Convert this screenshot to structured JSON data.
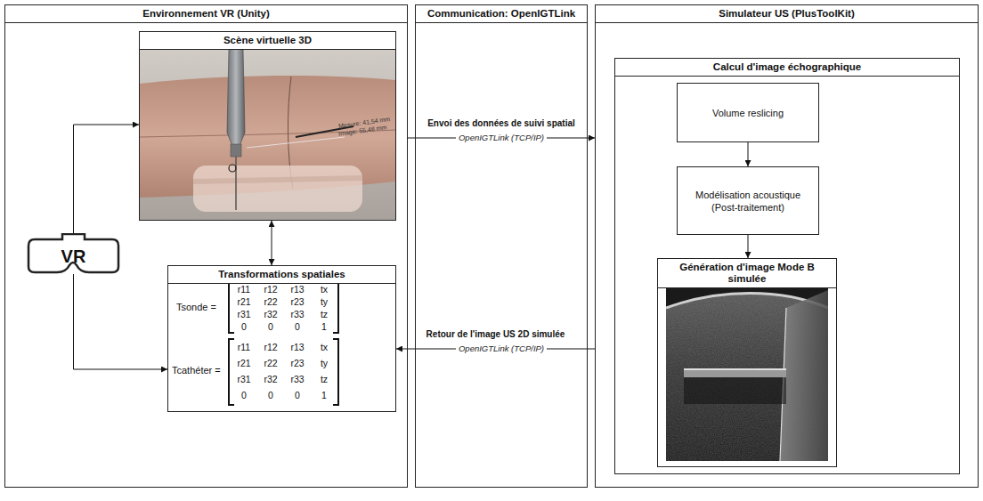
{
  "diagram": {
    "nodes": [
      {
        "text": [
          "Environnement VR (Unity)"
        ]
      },
      {
        "text": [
          "Scène virtuelle 3D"
        ],
        "in": 0
      },
      {
        "text": [
          "VR"
        ],
        "in": 0
      },
      {
        "text": [
          "Transformations spatiales"
        ],
        "in": 0
      },
      {
        "text": [
          "Communication: OpenIGTLink"
        ]
      },
      {
        "text": [
          "Simulateur US (PlusToolKit)"
        ]
      },
      {
        "text": [
          "Calcul d'image échographique"
        ],
        "in": 5
      },
      {
        "text": [
          "Volume reslicing"
        ],
        "in": 6
      },
      {
        "text": [
          "Modélisation acoustique (Post-traitement)"
        ],
        "in": 6
      },
      {
        "text": [
          "Génération d'image Mode B simulée"
        ],
        "in": 6
      }
    ],
    "edges": [
      {
        "from": 2,
        "to": 1,
        "arrow": "to"
      },
      {
        "from": 2,
        "to": 3,
        "arrow": "to"
      },
      {
        "from": 1,
        "to": 3,
        "arrow": "both"
      },
      {
        "from": 0,
        "to": 5,
        "label": "Envoi des données de suivi spatial",
        "arrow": "to"
      },
      {
        "from": 5,
        "to": 3,
        "label": "Retour de l'image US 2D simulée",
        "arrow": "to"
      },
      {
        "from": 7,
        "to": 8,
        "arrow": "to"
      },
      {
        "from": 8,
        "to": 9,
        "arrow": "to"
      }
    ],
    "labels": [
      "OpenIGTLink (TCP/IP)",
      "OpenIGTLink (TCP/IP)",
      "Mesure: 41,54 mm",
      "Image: 55,48 mm",
      "Tsonde =",
      "r11",
      "r12",
      "r13",
      "tx",
      "r21",
      "r22",
      "r23",
      "ty",
      "r31",
      "r32",
      "r33",
      "tz",
      "0",
      "0",
      "0",
      "1",
      "Tcathéter =",
      "r11",
      "r12",
      "r13",
      "tx",
      "r21",
      "r22",
      "r23",
      "ty",
      "r31",
      "r32",
      "r33",
      "tz",
      "0",
      "0",
      "0",
      "1"
    ]
  }
}
